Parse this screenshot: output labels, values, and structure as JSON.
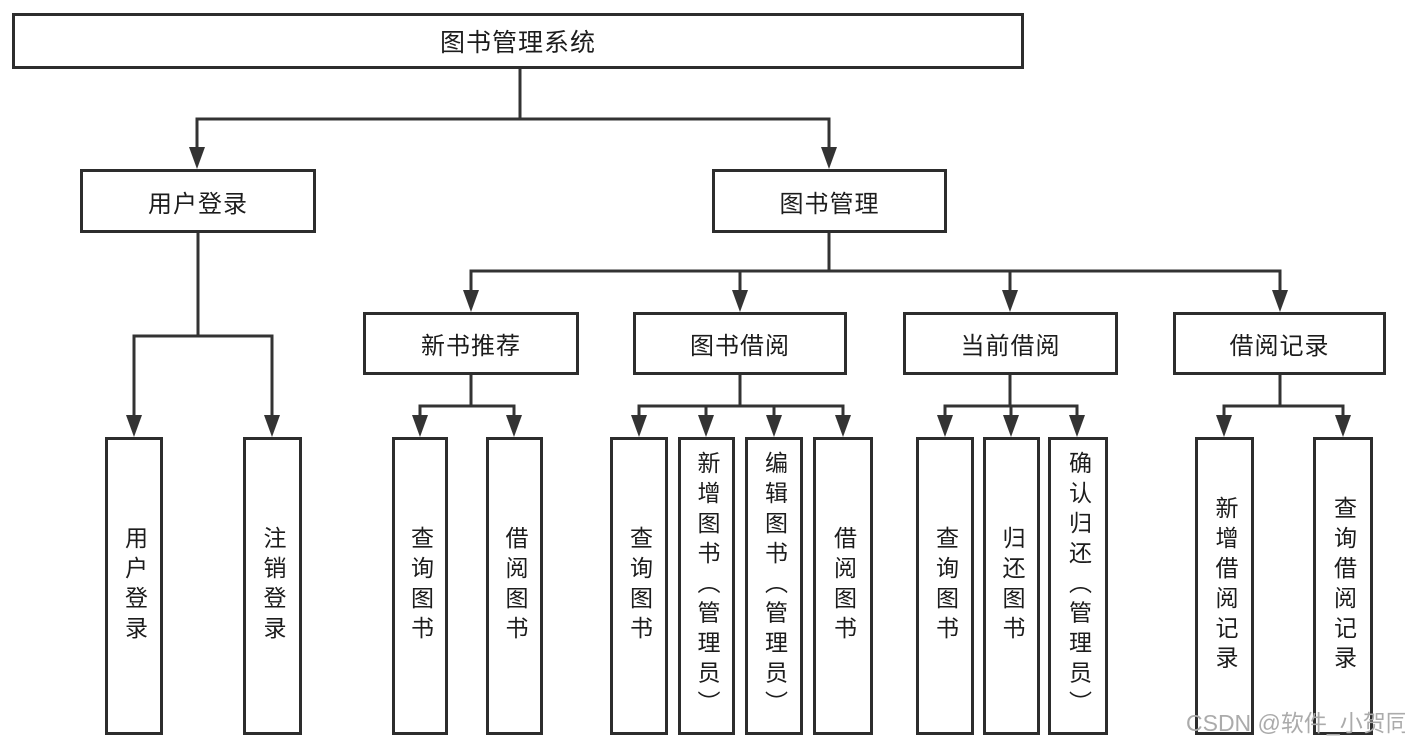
{
  "watermark": "CSDN @软件_小贺同学",
  "colors": {
    "line": "#333333",
    "box_border": "#2d2d2d",
    "text": "#1c1c1c",
    "background": "#ffffff",
    "watermark": "#ababab"
  },
  "tree": {
    "root": "图书管理系统",
    "children": [
      {
        "label": "用户登录",
        "children": [
          {
            "label": "用户登录"
          },
          {
            "label": "注销登录"
          }
        ]
      },
      {
        "label": "图书管理",
        "children": [
          {
            "label": "新书推荐",
            "children": [
              {
                "label": "查询图书"
              },
              {
                "label": "借阅图书"
              }
            ]
          },
          {
            "label": "图书借阅",
            "children": [
              {
                "label": "查询图书"
              },
              {
                "label": "新增图书（管理员）"
              },
              {
                "label": "编辑图书（管理员）"
              },
              {
                "label": "借阅图书"
              }
            ]
          },
          {
            "label": "当前借阅",
            "children": [
              {
                "label": "查询图书"
              },
              {
                "label": "归还图书"
              },
              {
                "label": "确认归还（管理员）"
              }
            ]
          },
          {
            "label": "借阅记录",
            "children": [
              {
                "label": "新增借阅记录"
              },
              {
                "label": "查询借阅记录"
              }
            ]
          }
        ]
      }
    ]
  }
}
